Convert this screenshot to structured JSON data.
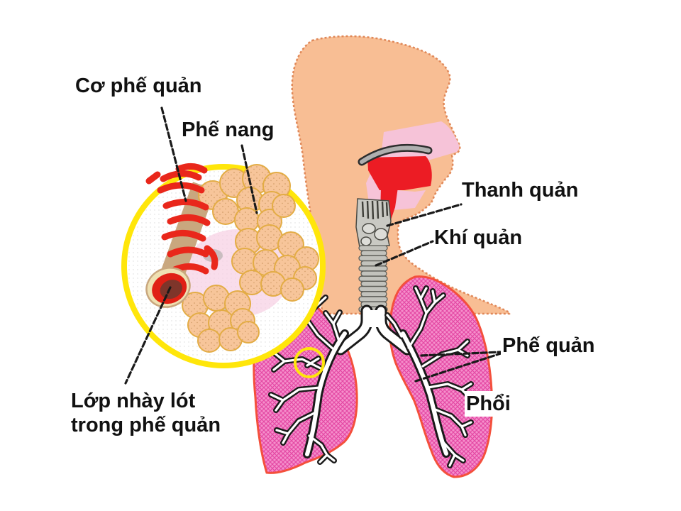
{
  "diagram_type": "respiratory-system-anatomy",
  "language": "Vietnamese",
  "labels": {
    "bronchial_muscle": "Cơ phế quản",
    "alveoli": "Phế nang",
    "larynx": "Thanh quản",
    "trachea": "Khí quản",
    "bronchi": "Phế quản",
    "lung": "Phổi",
    "mucus_layer_line1": "Lớp nhày lót",
    "mucus_layer_line2": "trong phế quản"
  },
  "colors": {
    "background": "#ffffff",
    "label_text": "#111111",
    "skin": "#F8BE94",
    "skin_dots": "#D9884E",
    "nasal_pink": "#F6C3D8",
    "mouth_red": "#EC1C24",
    "larynx_gray": "#C9C9C3",
    "trachea_gray": "#C2C2BC",
    "lung_pink": "#F58FCB",
    "lung_hatch": "#E13D9E",
    "lung_outline": "#F4503C",
    "inset_ring_yellow": "#FFE60A",
    "alveoli_peach": "#F7C59A",
    "alveoli_outline": "#E3AC45",
    "bronchiole_tan": "#C9A77E",
    "muscle_red": "#E9271B",
    "mucus_ring_red": "#E02015",
    "mucus_dark": "#7E352A",
    "leader_line": "#1A1A1A"
  }
}
